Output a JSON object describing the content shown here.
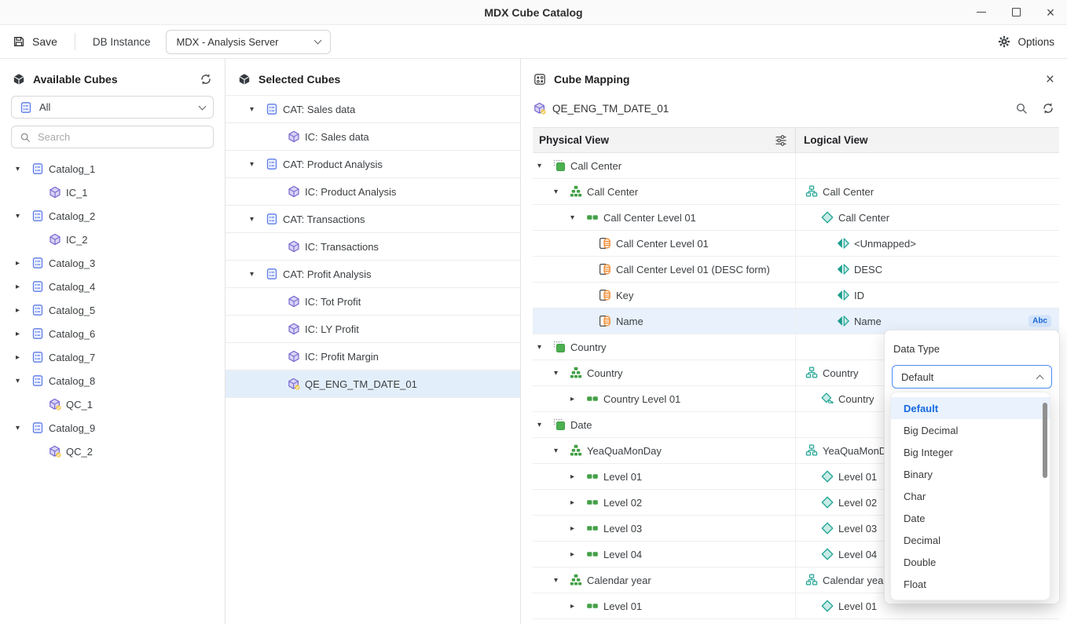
{
  "window": {
    "title": "MDX Cube Catalog"
  },
  "toolbar": {
    "save_label": "Save",
    "db_instance_label": "DB Instance",
    "server_dropdown_value": "MDX - Analysis Server",
    "options_label": "Options"
  },
  "available_panel": {
    "title": "Available Cubes",
    "filter_dropdown_value": "All",
    "search_placeholder": "Search",
    "tree": [
      {
        "label": "Catalog_1"
      },
      {
        "label": "IC_1"
      },
      {
        "label": "Catalog_2"
      },
      {
        "label": "IC_2"
      },
      {
        "label": "Catalog_3"
      },
      {
        "label": "Catalog_4"
      },
      {
        "label": "Catalog_5"
      },
      {
        "label": "Catalog_6"
      },
      {
        "label": "Catalog_7"
      },
      {
        "label": "Catalog_8"
      },
      {
        "label": "QC_1"
      },
      {
        "label": "Catalog_9"
      },
      {
        "label": "QC_2"
      }
    ]
  },
  "selected_panel": {
    "title": "Selected Cubes",
    "rows": [
      {
        "label": "CAT: Sales data"
      },
      {
        "label": "IC: Sales data"
      },
      {
        "label": "CAT: Product Analysis"
      },
      {
        "label": "IC: Product Analysis"
      },
      {
        "label": "CAT: Transactions"
      },
      {
        "label": "IC: Transactions"
      },
      {
        "label": "CAT: Profit Analysis"
      },
      {
        "label": "IC: Tot Profit"
      },
      {
        "label": "IC: LY Profit"
      },
      {
        "label": "IC: Profit Margin"
      },
      {
        "label": "QE_ENG_TM_DATE_01"
      }
    ]
  },
  "mapping_panel": {
    "title": "Cube Mapping",
    "cube_name": "QE_ENG_TM_DATE_01",
    "physical_header": "Physical View",
    "logical_header": "Logical View",
    "type_badge": "Abc",
    "rows": [
      {
        "physical": "Call Center",
        "logical": ""
      },
      {
        "physical": "Call Center",
        "logical": "Call Center"
      },
      {
        "physical": "Call Center Level 01",
        "logical": "Call Center"
      },
      {
        "physical": "Call Center Level 01",
        "logical": "<Unmapped>"
      },
      {
        "physical": "Call Center Level 01 (DESC form)",
        "logical": "DESC"
      },
      {
        "physical": "Key",
        "logical": "ID"
      },
      {
        "physical": "Name",
        "logical": "Name"
      },
      {
        "physical": "Country",
        "logical": ""
      },
      {
        "physical": "Country",
        "logical": "Country"
      },
      {
        "physical": "Country Level 01",
        "logical": "Country"
      },
      {
        "physical": "Date",
        "logical": ""
      },
      {
        "physical": "YeaQuaMonDay",
        "logical": "YeaQuaMonDay"
      },
      {
        "physical": "Level 01",
        "logical": "Level 01"
      },
      {
        "physical": "Level 02",
        "logical": "Level 02"
      },
      {
        "physical": "Level 03",
        "logical": "Level 03"
      },
      {
        "physical": "Level 04",
        "logical": "Level 04"
      },
      {
        "physical": "Calendar year",
        "logical": "Calendar year"
      },
      {
        "physical": "Level 01",
        "logical": "Level 01"
      }
    ]
  },
  "datatype_popup": {
    "label": "Data Type",
    "value": "Default",
    "options": [
      {
        "label": "Default"
      },
      {
        "label": "Big Decimal"
      },
      {
        "label": "Big Integer"
      },
      {
        "label": "Binary"
      },
      {
        "label": "Char"
      },
      {
        "label": "Date"
      },
      {
        "label": "Decimal"
      },
      {
        "label": "Double"
      },
      {
        "label": "Float"
      }
    ]
  },
  "colors": {
    "accent_blue": "#1a73e8",
    "selection_blue": "#e8f1fc",
    "catalog_blue": "#5f7ce8",
    "cube_purple": "#7668cf",
    "dimension_green": "#43a047",
    "logical_teal": "#27a797",
    "column_orange": "#f08223",
    "badge_yellow": "#f2c94c"
  }
}
